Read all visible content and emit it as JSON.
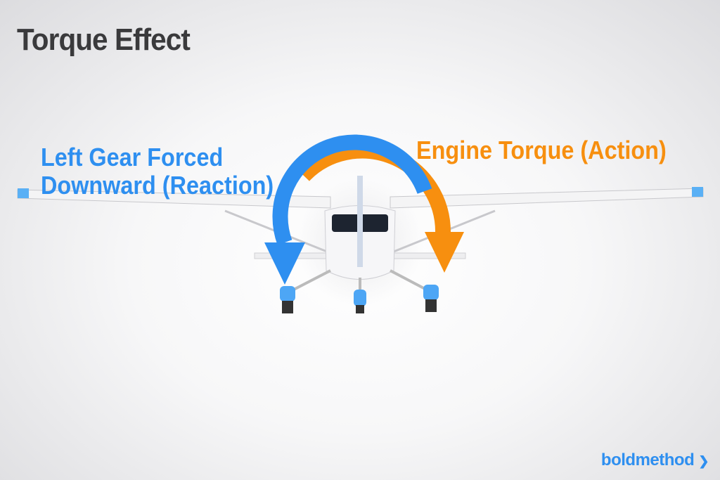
{
  "title": "Torque Effect",
  "labels": {
    "reaction_line1": "Left Gear Forced",
    "reaction_line2": "Downward (Reaction)",
    "action": "Engine Torque (Action)"
  },
  "logo": {
    "text": "boldmethod",
    "chevron": "❯"
  },
  "colors": {
    "reaction": "#2e8ff0",
    "action": "#f78f0f",
    "title": "#3a3a3c"
  }
}
